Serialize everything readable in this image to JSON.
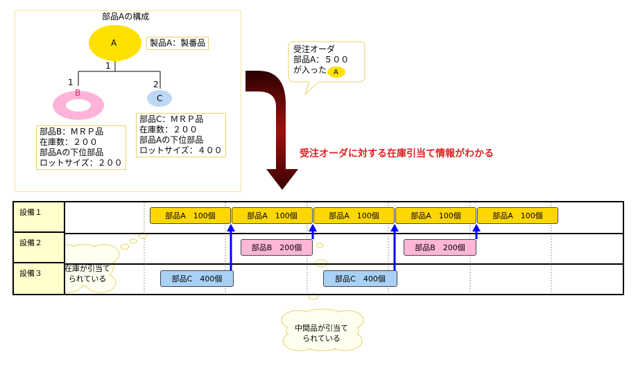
{
  "structure": {
    "title": "部品Aの構成",
    "node_a": "A",
    "node_a_label": "製品A：製番品",
    "qty_a": "1",
    "qty_b": "1",
    "qty_c": "2",
    "node_b": "B",
    "node_c": "C",
    "info_b": "部品B：ＭＲＰ品\n在庫数：２００\n部品Aの下位部品\nロットサイズ：２００",
    "info_c": "部品C：ＭＲＰ品\n在庫数：２００\n部品Aの下位部品\nロットサイズ：４００"
  },
  "order_callout": {
    "text": "受注オーダ\n部品A：５００\nが入った",
    "badge": "A"
  },
  "message": "受注オーダに対する在庫引当て情報がわかる",
  "gantt": {
    "rows": [
      "設備１",
      "設備２",
      "設備３"
    ],
    "bars": [
      {
        "row": 0,
        "label": "部品A　100個",
        "kind": "a"
      },
      {
        "row": 0,
        "label": "部品A　100個",
        "kind": "a"
      },
      {
        "row": 0,
        "label": "部品A　100個",
        "kind": "a"
      },
      {
        "row": 0,
        "label": "部品A　100個",
        "kind": "a"
      },
      {
        "row": 0,
        "label": "部品A　100個",
        "kind": "a"
      },
      {
        "row": 1,
        "label": "部品B　200個",
        "kind": "b"
      },
      {
        "row": 1,
        "label": "部品B　200個",
        "kind": "b"
      },
      {
        "row": 2,
        "label": "部品C　400個",
        "kind": "c"
      },
      {
        "row": 2,
        "label": "部品C　400個",
        "kind": "c"
      }
    ]
  },
  "cloud_stock": "在庫が引当て\nられている",
  "cloud_mid": "中間品が引当て\nられている",
  "colors": {
    "part_a": "#ffd700",
    "part_b": "#ffb6d9",
    "part_c": "#a9d0f5",
    "arrow": "#0000ff",
    "message": "#e02020",
    "big_arrow": "#7a0000"
  }
}
